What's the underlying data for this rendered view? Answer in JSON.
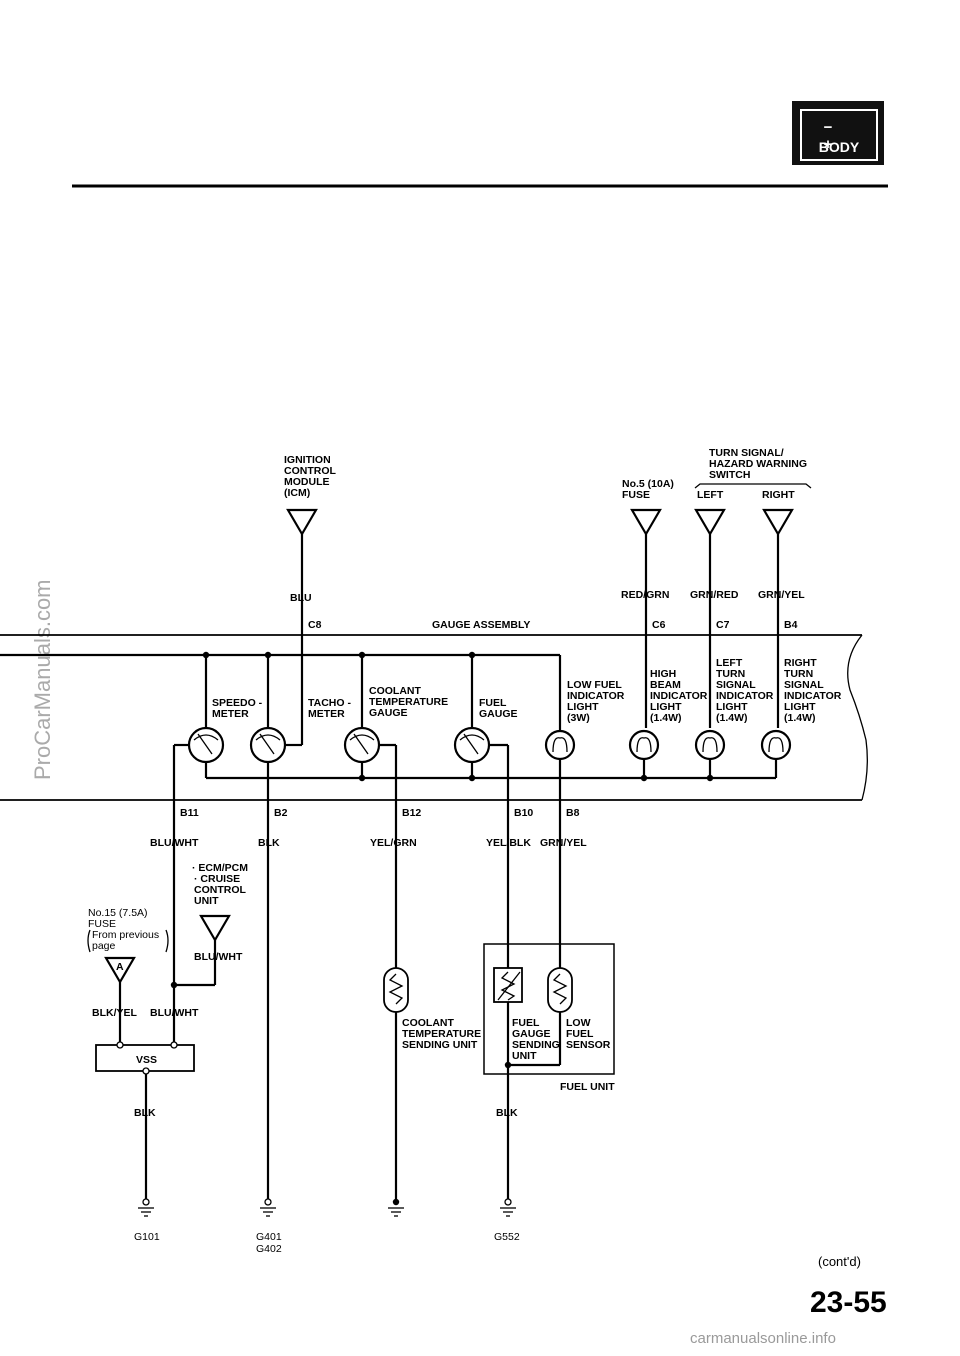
{
  "header": {
    "badge_signs": "− +",
    "badge_word": "BODY"
  },
  "side_watermark": "ProCarManuals.com",
  "top_inputs": {
    "icm": [
      "IGNITION",
      "CONTROL",
      "MODULE",
      "(ICM)"
    ],
    "fuse5": [
      "No.5 (10A)",
      "FUSE"
    ],
    "turn_switch": [
      "TURN SIGNAL/",
      "HAZARD WARNING",
      "SWITCH"
    ],
    "left": "LEFT",
    "right": "RIGHT"
  },
  "top_wires": {
    "blu": "BLU",
    "red_grn": "RED/GRN",
    "grn_red": "GRN/RED",
    "grn_yel": "GRN/YEL"
  },
  "connectors_top": {
    "c8": "C8",
    "c6": "C6",
    "c7": "C7",
    "b4": "B4"
  },
  "gauge_assembly": "GAUGE ASSEMBLY",
  "gauges": {
    "speedo": [
      "SPEEDO -",
      "METER"
    ],
    "tacho": [
      "TACHO -",
      "METER"
    ],
    "coolant": [
      "COOLANT",
      "TEMPERATURE",
      "GAUGE"
    ],
    "fuel": [
      "FUEL",
      "GAUGE"
    ]
  },
  "lights": {
    "low_fuel": [
      "LOW FUEL",
      "INDICATOR",
      "LIGHT",
      "(3W)"
    ],
    "high_beam": [
      "HIGH",
      "BEAM",
      "INDICATOR",
      "LIGHT",
      "(1.4W)"
    ],
    "left_turn": [
      "LEFT",
      "TURN",
      "SIGNAL",
      "INDICATOR",
      "LIGHT",
      "(1.4W)"
    ],
    "right_turn": [
      "RIGHT",
      "TURN",
      "SIGNAL",
      "INDICATOR",
      "LIGHT",
      "(1.4W)"
    ]
  },
  "connectors_bottom": {
    "b11": "B11",
    "b2": "B2",
    "b12": "B12",
    "b10": "B10",
    "b8": "B8"
  },
  "bottom_wires": {
    "blu_wht": "BLU/WHT",
    "blk": "BLK",
    "yel_grn": "YEL/GRN",
    "yel_blk": "YEL/BLK",
    "grn_yel": "GRN/YEL"
  },
  "ecm": [
    "· ECM/PCM",
    "· CRUISE",
    "CONTROL",
    "UNIT"
  ],
  "blu_wht_2": "BLU/WHT",
  "fuse15": [
    "No.15 (7.5A)",
    "FUSE",
    "From previous",
    "page"
  ],
  "fuse15_marker": "A",
  "blk_yel": "BLK/YEL",
  "blu_wht_3": "BLU/WHT",
  "vss": "VSS",
  "blk_vss": "BLK",
  "coolant_sender": [
    "COOLANT",
    "TEMPERATURE",
    "SENDING UNIT"
  ],
  "fuel_sender": [
    "FUEL",
    "GAUGE",
    "SENDING",
    "UNIT"
  ],
  "low_fuel_sensor": [
    "LOW",
    "FUEL",
    "SENSOR"
  ],
  "fuel_unit": "FUEL UNIT",
  "blk_fuel": "BLK",
  "grounds": {
    "g101": "G101",
    "g401": "G401",
    "g402": "G402",
    "g552": "G552"
  },
  "cont": "(cont'd)",
  "page_number": "23-55",
  "footer_watermark": "carmanualsonline.info"
}
